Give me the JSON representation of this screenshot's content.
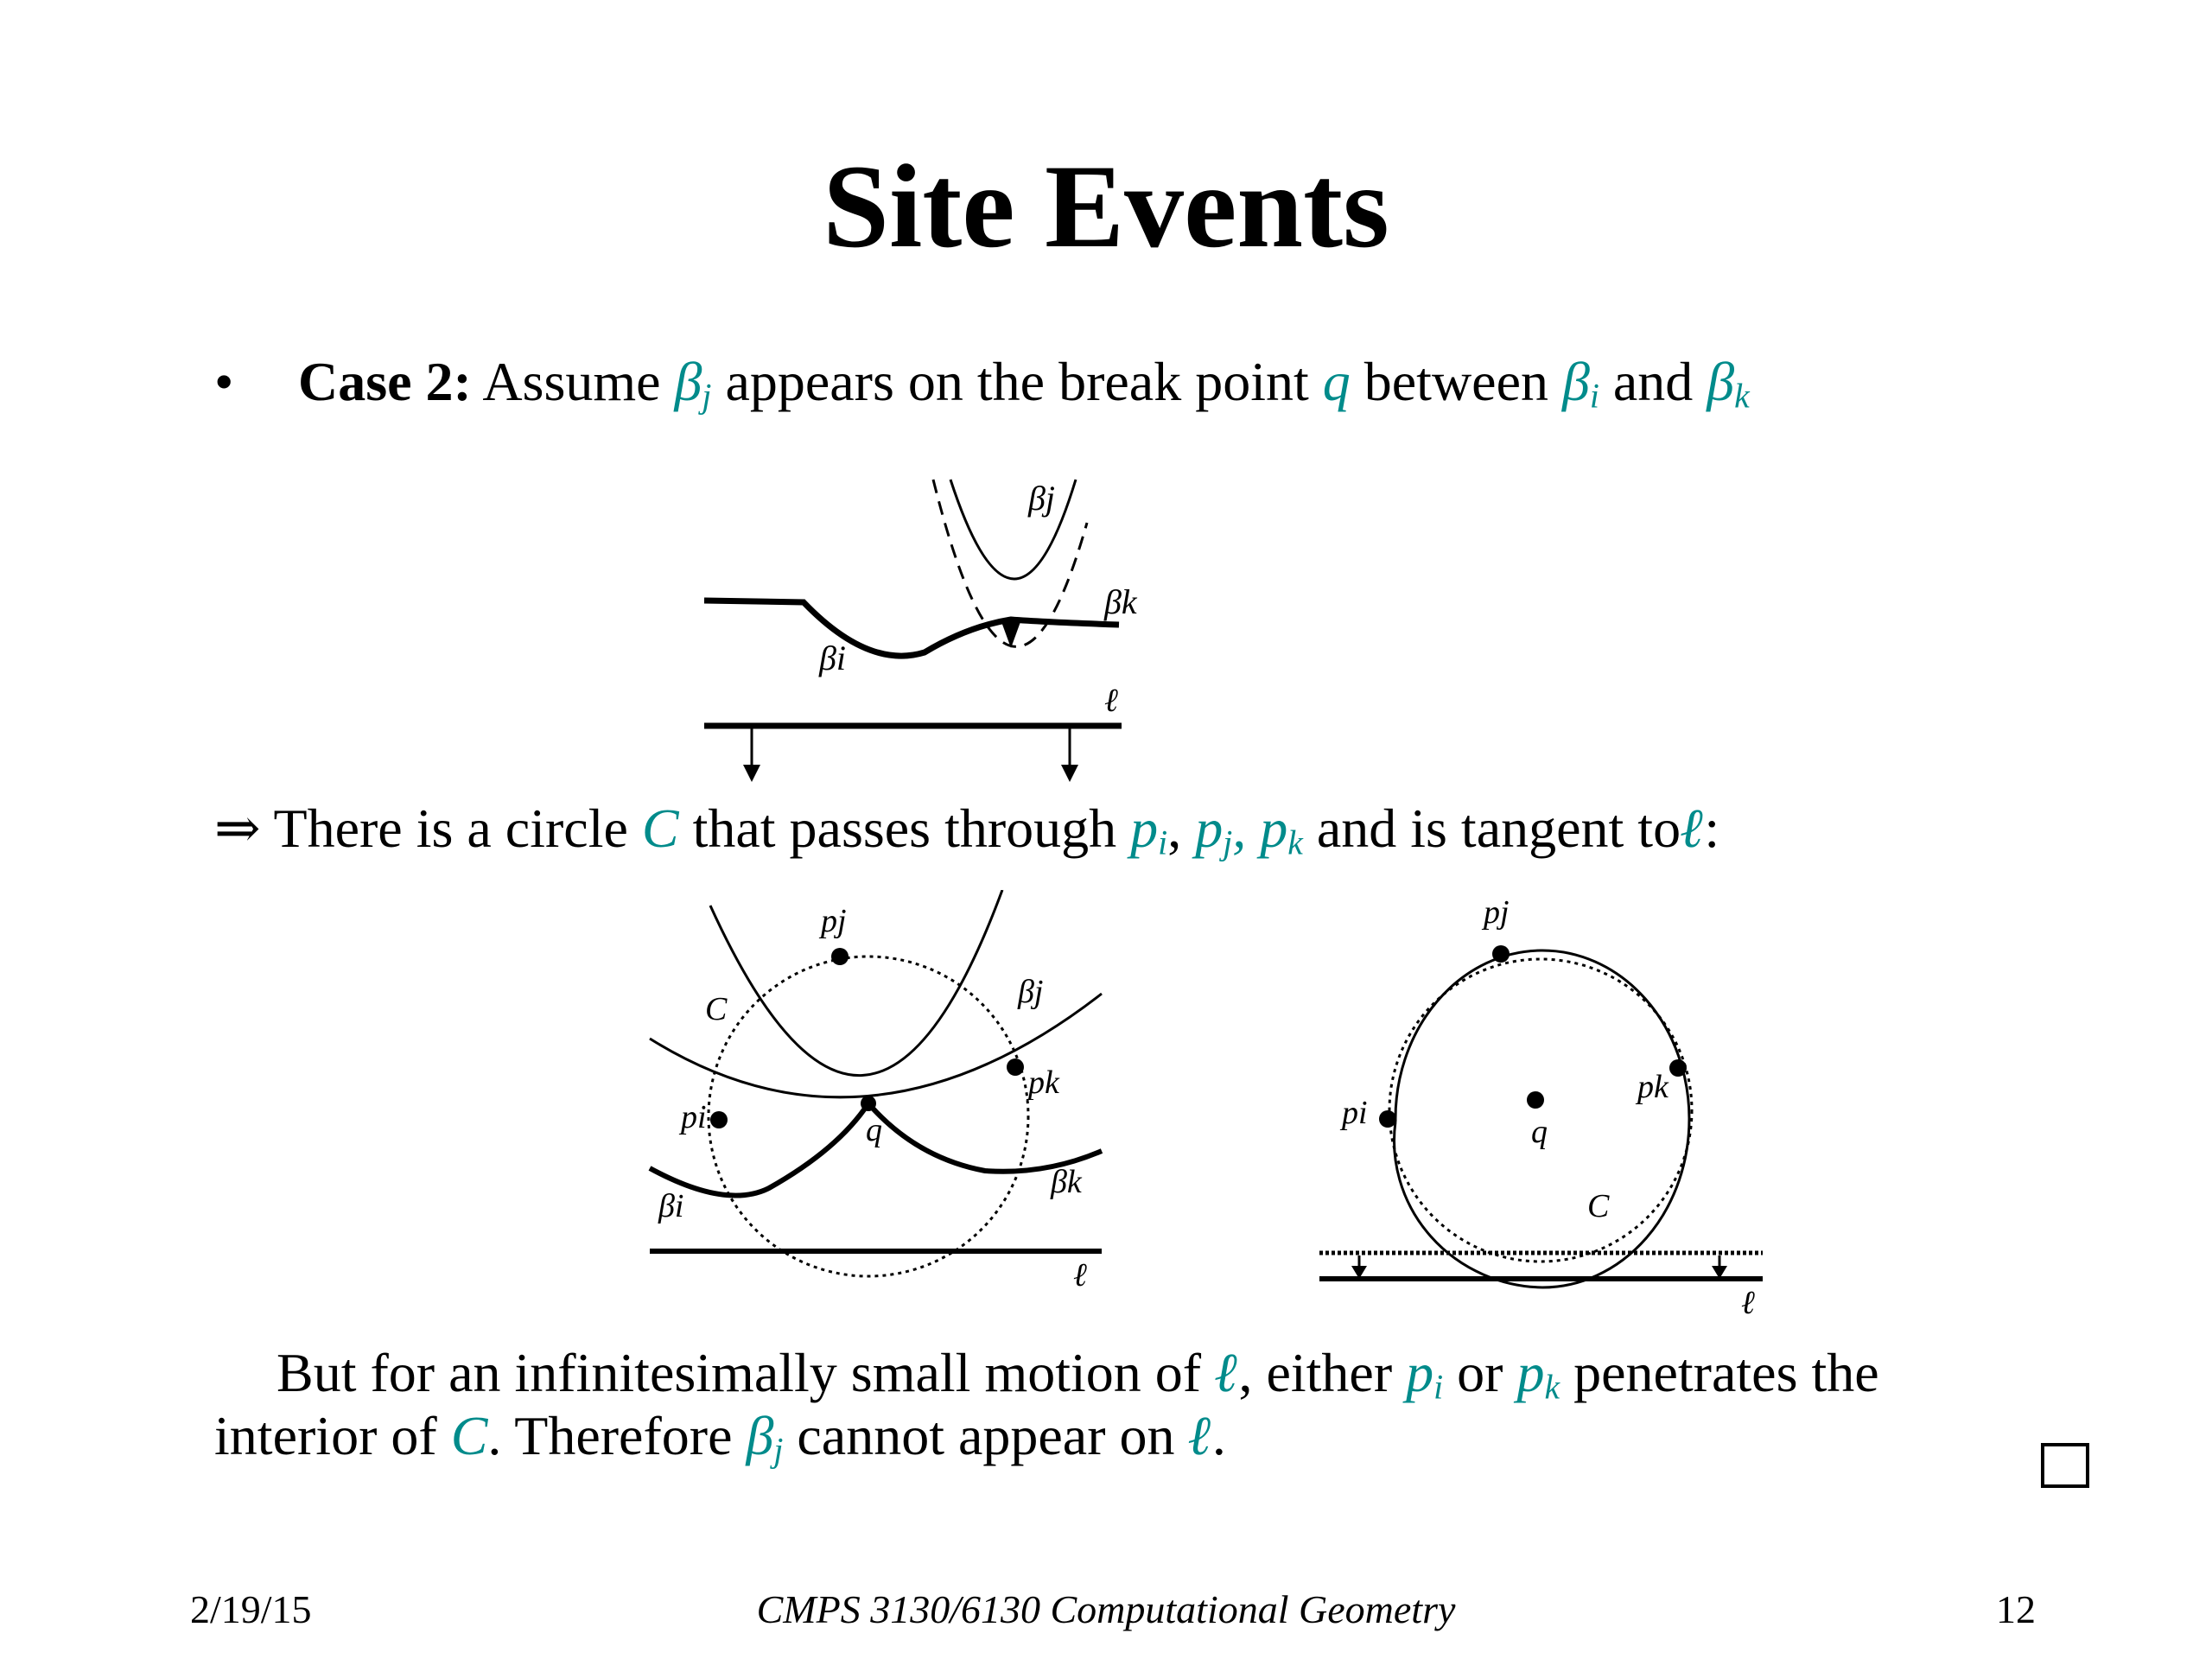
{
  "slide": {
    "title": "Site Events",
    "bullet": "•",
    "case_label": "Case 2:",
    "case_text_1": "Assume",
    "case_text_2": "appears on the break point",
    "case_text_3": "between",
    "case_text_4": "and",
    "implies_symbol": "⇒",
    "line2_text_1": "There is a circle",
    "line2_text_2": "that passes through",
    "line2_text_3": "and is tangent to",
    "line3_text_1": "But for an infinitesimally small motion of",
    "line3_text_2": ", either",
    "line3_text_3": "or",
    "line3_text_4": "penetrates the",
    "line4_text_1": "interior of",
    "line4_text_2": ". Therefore",
    "line4_text_3": "cannot appear on",
    "math": {
      "beta": "β",
      "i": "i",
      "j": "j",
      "k": "k",
      "q": "q",
      "C": "C",
      "p": "p",
      "ell": "ℓ",
      "comma": ",",
      "colon": ":",
      "period": "."
    }
  },
  "figures": {
    "top": {
      "beta_j": "βj",
      "beta_k": "βk",
      "beta_i": "βi",
      "ell": "ℓ"
    },
    "left": {
      "p_j": "pj",
      "C": "C",
      "beta_j": "βj",
      "p_k": "pk",
      "p_i": "pi",
      "q": "q",
      "beta_k": "βk",
      "beta_i": "βi",
      "ell": "ℓ"
    },
    "right": {
      "p_j": "pj",
      "p_k": "pk",
      "p_i": "pi",
      "q": "q",
      "C": "C",
      "ell": "ℓ"
    }
  },
  "footer": {
    "date": "2/19/15",
    "course": "CMPS 3130/6130 Computational Geometry",
    "page": "12"
  },
  "colors": {
    "accent": "#008b8b",
    "text": "#000000"
  }
}
